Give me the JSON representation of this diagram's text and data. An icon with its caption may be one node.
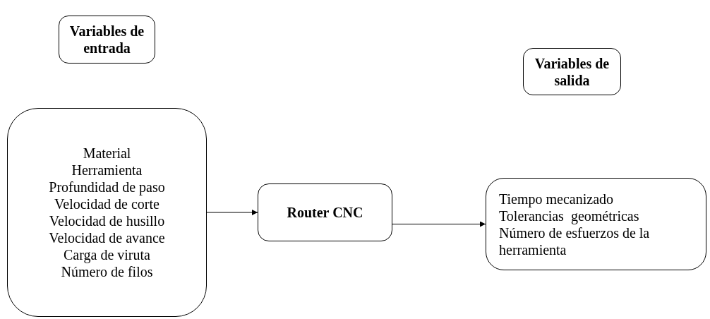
{
  "diagram": {
    "nodes": [
      {
        "text": [
          "Variables de entrada"
        ]
      },
      {
        "text": [
          "Variables de salida"
        ]
      },
      {
        "text": [
          "Material",
          "Herramienta",
          "Profundidad de paso",
          "Velocidad de corte",
          "Velocidad de husillo",
          "Velocidad de avance",
          "Carga de viruta",
          "Número de filos"
        ]
      },
      {
        "text": [
          "Router CNC"
        ]
      },
      {
        "text": [
          "Tiempo mecanizado",
          "Tolerancias  geométricas",
          "Número de esfuerzos de la herramienta"
        ]
      }
    ],
    "edges": [
      {
        "from": 2,
        "to": 3,
        "arrow": "to"
      },
      {
        "from": 3,
        "to": 4,
        "arrow": "to"
      }
    ]
  }
}
